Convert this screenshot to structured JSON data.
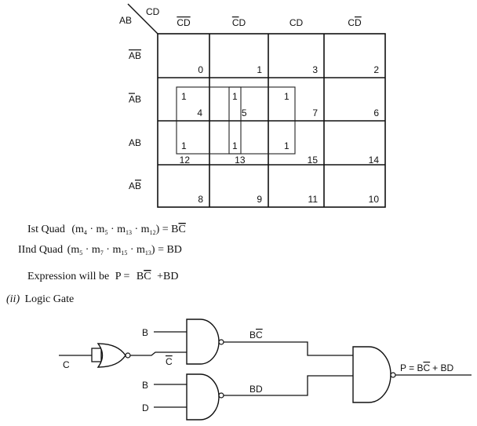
{
  "kmap": {
    "corner_col_var": "CD",
    "corner_row_var": "AB",
    "col_headers": [
      {
        "label": "C̄D̄",
        "text": "CD",
        "bar": [
          true,
          true
        ]
      },
      {
        "label": "C̄D",
        "text": "CD",
        "bar": [
          true,
          false
        ]
      },
      {
        "label": "CD",
        "text": "CD",
        "bar": [
          false,
          false
        ]
      },
      {
        "label": "CD̄",
        "text": "CD",
        "bar": [
          false,
          true
        ]
      }
    ],
    "row_headers": [
      {
        "label": "ĀB̄",
        "text": "AB",
        "bar": [
          true,
          true
        ]
      },
      {
        "label": "ĀB",
        "text": "AB",
        "bar": [
          true,
          false
        ]
      },
      {
        "label": "AB",
        "text": "AB",
        "bar": [
          false,
          false
        ]
      },
      {
        "label": "AB̄",
        "text": "AB",
        "bar": [
          false,
          true
        ]
      }
    ],
    "cells": [
      [
        {
          "minterm": "0",
          "value": ""
        },
        {
          "minterm": "1",
          "value": ""
        },
        {
          "minterm": "3",
          "value": ""
        },
        {
          "minterm": "2",
          "value": ""
        }
      ],
      [
        {
          "minterm": "4",
          "value": "1"
        },
        {
          "minterm": "5",
          "value": "1"
        },
        {
          "minterm": "7",
          "value": "1"
        },
        {
          "minterm": "6",
          "value": ""
        }
      ],
      [
        {
          "minterm": "12",
          "value": "1"
        },
        {
          "minterm": "13",
          "value": "1"
        },
        {
          "minterm": "15",
          "value": "1"
        },
        {
          "minterm": "14",
          "value": ""
        }
      ],
      [
        {
          "minterm": "8",
          "value": ""
        },
        {
          "minterm": "9",
          "value": ""
        },
        {
          "minterm": "11",
          "value": ""
        },
        {
          "minterm": "10",
          "value": ""
        }
      ]
    ],
    "groups": [
      {
        "name": "Ist Quad",
        "minterms": [
          "4",
          "5",
          "13",
          "12"
        ]
      },
      {
        "name": "IInd Quad",
        "minterms": [
          "5",
          "7",
          "15",
          "13"
        ]
      }
    ]
  },
  "equations": {
    "quad1": {
      "prefix": "Ist Quad",
      "terms": [
        "4",
        "5",
        "13",
        "12"
      ],
      "result_main": "B",
      "result_bar": "C"
    },
    "quad2": {
      "prefix": "IInd Quad",
      "terms": [
        "5",
        "7",
        "15",
        "13"
      ],
      "result_main": "BD",
      "result_bar": ""
    },
    "expression": {
      "prefix": "Expression will be",
      "lhs": "P =",
      "term1_main": "B",
      "term1_bar": "C",
      "plus": "+",
      "term2": "BD"
    }
  },
  "section": {
    "number": "(ii)",
    "title": "Logic Gate"
  },
  "circuit": {
    "inputs": {
      "c": "C",
      "b1": "B",
      "b2": "B",
      "d": "D"
    },
    "wires": {
      "c_bar": "C",
      "bc_main": "B",
      "bc_bar": "C",
      "bd": "BD"
    },
    "output": {
      "lhs": "P = B",
      "bar": "C",
      "rest": "+ BD"
    }
  }
}
